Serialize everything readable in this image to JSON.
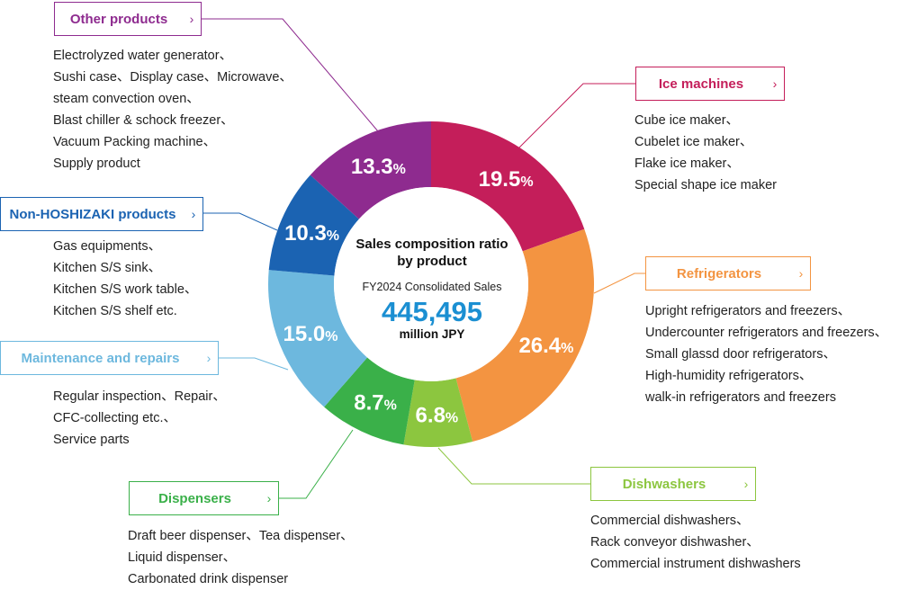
{
  "colors": {
    "other": "#8e2b8f",
    "ice": "#c41e5a",
    "refrigerators": "#f39441",
    "dishwashers": "#8cc63f",
    "dispensers": "#3ab049",
    "maintenance": "#6db8de",
    "non_hoshizaki": "#1b63b2",
    "center_value": "#1b8fd2"
  },
  "chevron": "›",
  "center": {
    "title_line1": "Sales composition ratio",
    "title_line2": "by product",
    "subtitle": "FY2024 Consolidated Sales",
    "value": "445,495",
    "unit": "million JPY"
  },
  "categories": {
    "other": {
      "label": "Other products",
      "items": [
        "Electrolyzed water generator、",
        "Sushi case、Display case、Microwave、",
        "steam convection oven、",
        "Blast chiller & schock freezer、",
        "Vacuum Packing machine、",
        "Supply product"
      ]
    },
    "ice": {
      "label": "Ice machines",
      "items": [
        "Cube ice maker、",
        "Cubelet ice maker、",
        "Flake ice maker、",
        "Special  shape ice maker"
      ]
    },
    "refrigerators": {
      "label": "Refrigerators",
      "items": [
        "Upright refrigerators and freezers、",
        "Undercounter refrigerators and freezers、",
        "Small glassd door refrigerators、",
        "High-humidity refrigerators、",
        "walk-in refrigerators and freezers"
      ]
    },
    "dishwashers": {
      "label": "Dishwashers",
      "items": [
        "Commercial dishwashers、",
        "Rack conveyor dishwasher、",
        "Commercial instrument dishwashers"
      ]
    },
    "dispensers": {
      "label": "Dispensers",
      "items": [
        "Draft beer dispenser、Tea dispenser、",
        "Liquid dispenser、",
        "Carbonated drink dispenser"
      ]
    },
    "maintenance": {
      "label": "Maintenance and repairs",
      "items": [
        "Regular inspection、Repair、",
        "CFC-collecting etc.、",
        "Service parts"
      ]
    },
    "non_hoshizaki": {
      "label": "Non-HOSHIZAKI products",
      "items": [
        "Gas equipments、",
        "Kitchen S/S sink、",
        "Kitchen S/S work table、",
        "Kitchen S/S shelf etc."
      ]
    }
  },
  "chart_data": {
    "type": "pie",
    "title": "Sales composition ratio by product",
    "subtitle": "FY2024 Consolidated Sales",
    "total": 445495,
    "total_unit": "million JPY",
    "slices": [
      {
        "key": "ice",
        "name": "Ice machines",
        "value": 19.5,
        "label": "19.5"
      },
      {
        "key": "refrigerators",
        "name": "Refrigerators",
        "value": 26.4,
        "label": "26.4"
      },
      {
        "key": "dishwashers",
        "name": "Dishwashers",
        "value": 6.8,
        "label": "6.8"
      },
      {
        "key": "dispensers",
        "name": "Dispensers",
        "value": 8.7,
        "label": "8.7"
      },
      {
        "key": "maintenance",
        "name": "Maintenance and repairs",
        "value": 15.0,
        "label": "15.0"
      },
      {
        "key": "non_hoshizaki",
        "name": "Non-HOSHIZAKI products",
        "value": 10.3,
        "label": "10.3"
      },
      {
        "key": "other",
        "name": "Other products",
        "value": 13.3,
        "label": "13.3"
      }
    ],
    "value_suffix": "%"
  }
}
